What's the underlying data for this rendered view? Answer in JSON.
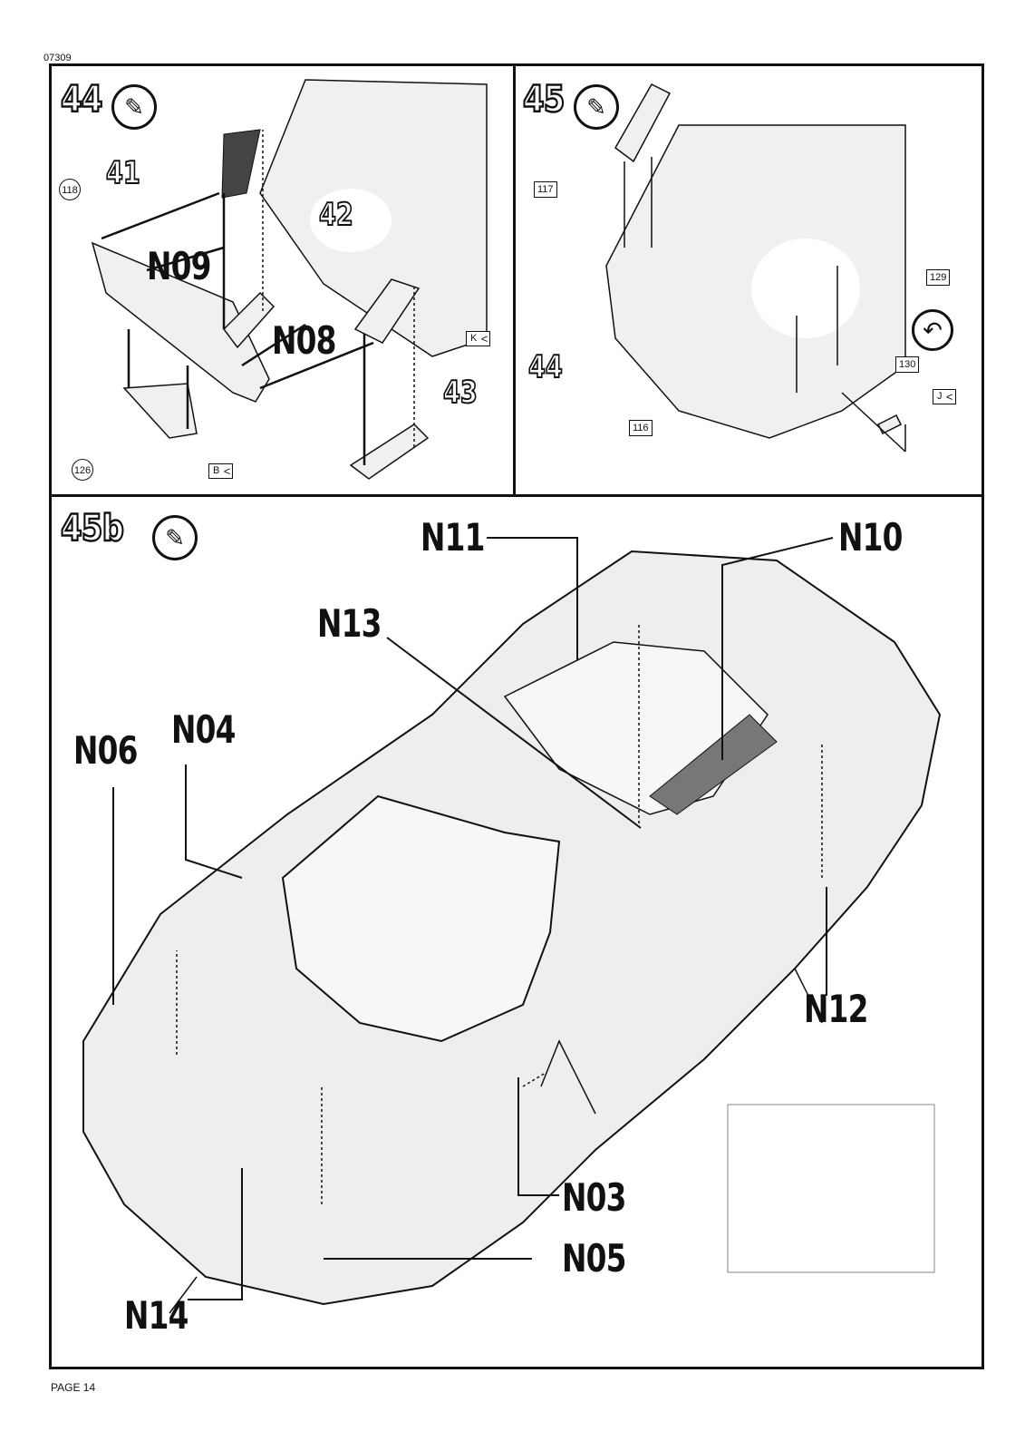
{
  "header": {
    "doc_code": "07309"
  },
  "footer": {
    "page_label": "PAGE 14"
  },
  "panel_44": {
    "step": "44",
    "glue_icon": "glue-tube-icon",
    "parts": [
      "41",
      "42",
      "43"
    ],
    "decals": [
      "N09",
      "N08"
    ],
    "part_refs": [
      "118",
      "126"
    ],
    "sprue_refs": [
      "K",
      "B"
    ]
  },
  "panel_45": {
    "step": "45",
    "glue_icon": "glue-tube-icon",
    "parts": [
      "44"
    ],
    "part_refs": [
      "117",
      "116",
      "129",
      "130"
    ],
    "sprue_refs": [
      "J"
    ],
    "rotate_icon": "rotate-arrow-icon"
  },
  "panel_45b": {
    "step": "45b",
    "glue_icon": "glue-tube-icon",
    "decals": [
      "N11",
      "N10",
      "N13",
      "N06",
      "N04",
      "N12",
      "N03",
      "N05",
      "N14"
    ]
  }
}
